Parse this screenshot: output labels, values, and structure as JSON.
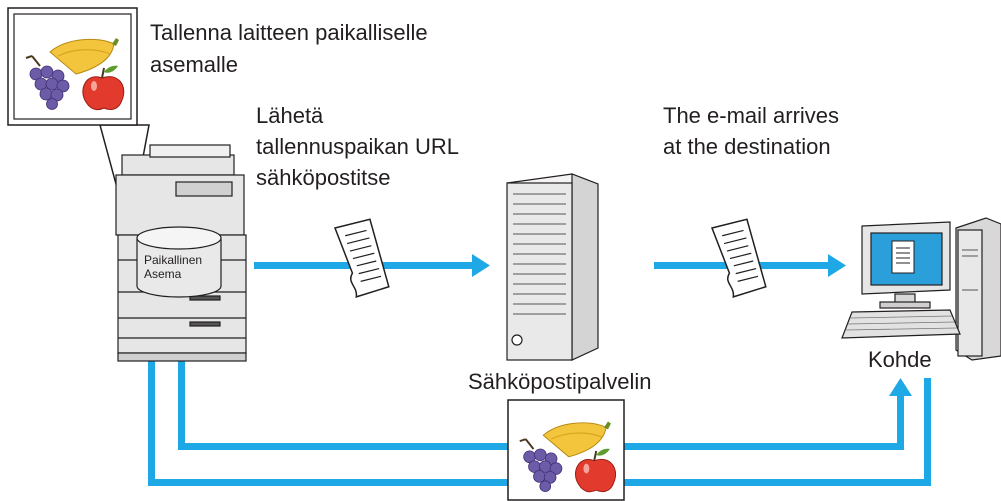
{
  "labels": {
    "save_local_line1": "Tallenna laitteen paikalliselle",
    "save_local_line2": "asemalle",
    "send_url_line1": "Lähetä",
    "send_url_line2": "tallennuspaikan URL",
    "send_url_line3": "sähköpostitse",
    "arrives_line1": "The e-mail arrives",
    "arrives_line2": "at the destination",
    "mail_server": "Sähköpostipalvelin",
    "destination": "Kohde",
    "local_drive_line1": "Paikallinen",
    "local_drive_line2": "Asema"
  },
  "icons": {
    "callout_image": "fruit-image-icon",
    "printer": "multifunction-printer-icon",
    "drive": "local-drive-icon",
    "server": "mail-server-icon",
    "computer": "computer-icon",
    "document": "document-icon",
    "arrow": "arrow-icon"
  },
  "colors": {
    "arrow": "#1ea8e6",
    "text": "#231f20",
    "device_gray": "#e6e6e6",
    "screen_blue": "#2b9fd9"
  }
}
